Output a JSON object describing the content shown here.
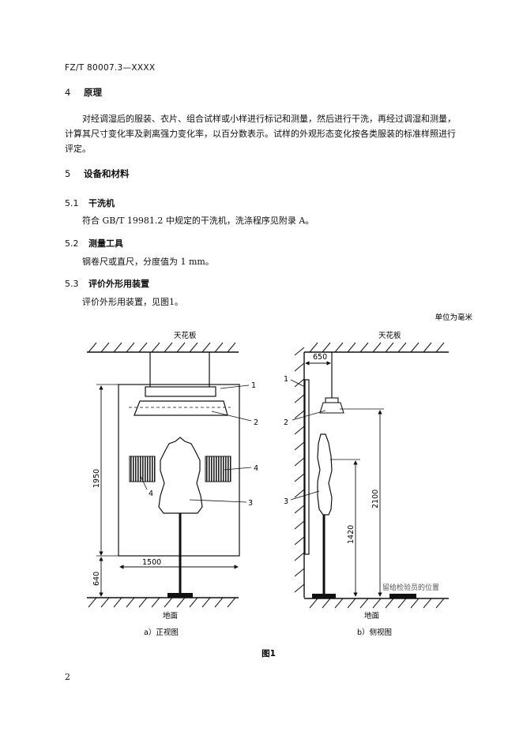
{
  "header": {
    "std_code": "FZ/T 80007.3—XXXX"
  },
  "section4": {
    "num": "4",
    "title": "原理",
    "paragraph_lines": [
      "对经调湿后的服装、衣片、组合试样或小样进行标记和测量，然后进行干洗，再经过调湿和测量，",
      "计算其尺寸变化率及剥离强力变化率，以百分数表示。试样的外观形态变化按各类服装的标准样照进行",
      "评定。"
    ]
  },
  "section5": {
    "num": "5",
    "title": "设备和材料",
    "s51": {
      "num": "5.1",
      "title": "干洗机",
      "text": "符合 GB/T 19981.2 中规定的干洗机，洗涤程序见附录 A。"
    },
    "s52": {
      "num": "5.2",
      "title": "测量工具",
      "text": "钢卷尺或直尺，分度值为 1 mm。"
    },
    "s53": {
      "num": "5.3",
      "title": "评价外形用装置",
      "text": "评价外形用装置，见图1。"
    }
  },
  "figure": {
    "unit_note": "单位为毫米",
    "ceiling_label": "天花板",
    "floor_label": "地面",
    "front": {
      "caption": "a）正视图",
      "callouts": [
        "1",
        "2",
        "3",
        "4",
        "4"
      ],
      "dims": {
        "height": "1950",
        "width": "1500",
        "bottom": "640"
      }
    },
    "side": {
      "caption": "b）侧视图",
      "callouts": [
        "1",
        "2",
        "3"
      ],
      "dims": {
        "offset": "650",
        "lamp_height": "2100",
        "mannequin_height": "1420"
      },
      "inspector_label": "留给检验员的位置"
    },
    "title": "图1"
  },
  "footer": {
    "page_number": "2"
  }
}
